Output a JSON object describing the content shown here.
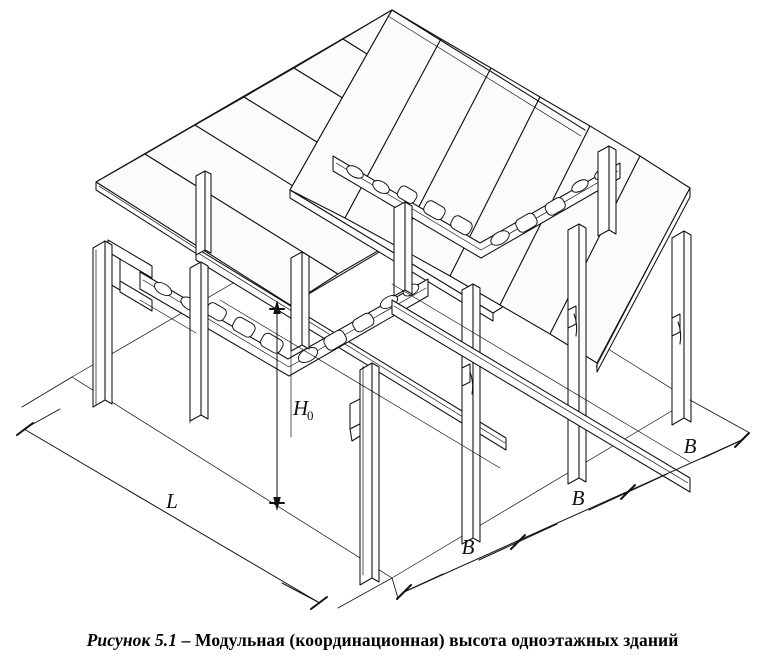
{
  "figure": {
    "caption_figure_number": "Рисунок 5.1",
    "caption_dash": " – ",
    "caption_title": "Модульная (координационная) высота одноэтажных зданий",
    "alt": "Изометрическая схема каркаса одноэтажного здания"
  },
  "dimensions": {
    "length": {
      "label": "L",
      "name": "length-dimension",
      "position": "front-left-edge"
    },
    "height": {
      "label": "H",
      "subscript": "0",
      "name": "modular-height-dimension",
      "position": "center-vertical"
    },
    "bays": [
      {
        "label": "B",
        "name": "bay-dimension-1",
        "position": "front-right-edge-near"
      },
      {
        "label": "B",
        "name": "bay-dimension-2",
        "position": "front-right-edge-mid"
      },
      {
        "label": "B",
        "name": "bay-dimension-3",
        "position": "front-right-edge-far"
      }
    ]
  },
  "drawing": {
    "type": "isometric-technical-drawing",
    "subject": "single-storey industrial building frame",
    "elements": [
      "roof-deck-panels",
      "castellated-roof-truss",
      "columns",
      "longitudinal-wall-beams",
      "ground-plane"
    ],
    "truss_count": 2,
    "column_count": 10,
    "roof_slopes": 2,
    "line_color": "#111111",
    "background_color": "#ffffff"
  }
}
